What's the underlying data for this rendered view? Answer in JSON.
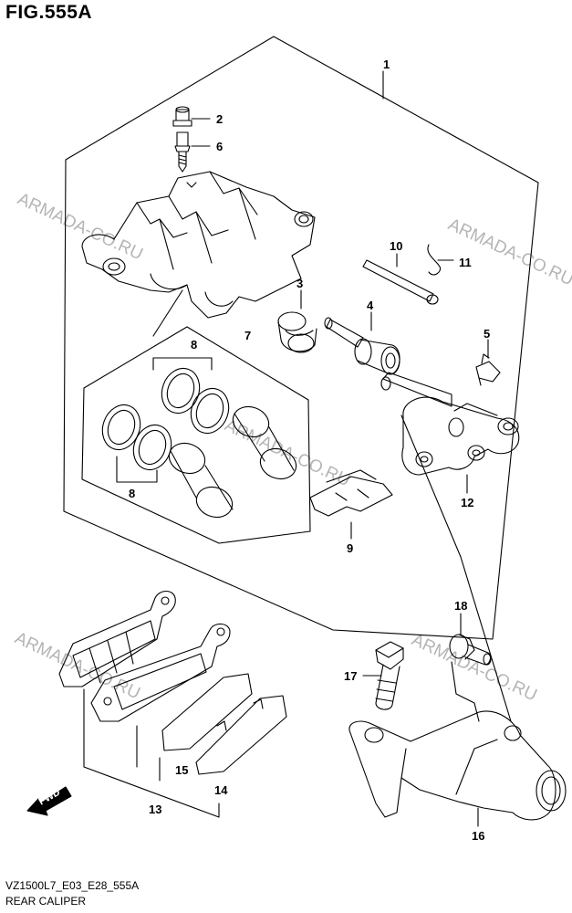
{
  "figure": {
    "title": "FIG.555A"
  },
  "footer": {
    "code": "VZ1500L7_E03_E28_555A",
    "caption": "REAR CALIPER"
  },
  "watermark": "ARMADA-CO.RU",
  "fwd_label": "FWD",
  "callouts": {
    "c1": "1",
    "c2": "2",
    "c3": "3",
    "c4": "4",
    "c5": "5",
    "c6": "6",
    "c7": "7",
    "c8a": "8",
    "c8b": "8",
    "c9": "9",
    "c10": "10",
    "c11": "11",
    "c12": "12",
    "c13": "13",
    "c14": "14",
    "c15": "15",
    "c16": "16",
    "c17": "17",
    "c18": "18"
  },
  "colors": {
    "line": "#000000",
    "watermark": "#b5b5b5",
    "background": "#ffffff"
  }
}
